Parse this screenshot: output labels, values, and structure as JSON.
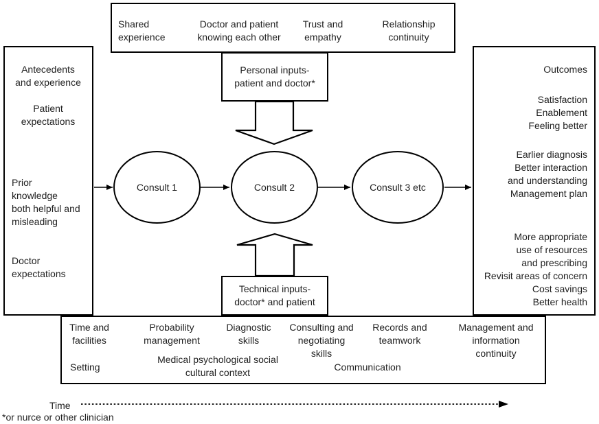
{
  "colors": {
    "line": "#000000",
    "text": "#1f1f1f",
    "background": "#ffffff"
  },
  "top_box": {
    "items": [
      "Shared\nexperience",
      "Doctor and patient\nknowing each other",
      "Trust and\nempathy",
      "Relationship\ncontinuity"
    ]
  },
  "personal_inputs_box": {
    "label": "Personal inputs-\npatient and doctor*"
  },
  "technical_inputs_box": {
    "label": "Technical inputs-\ndoctor* and patient"
  },
  "left_box": {
    "items": [
      "Antecedents\nand experience",
      "Patient\nexpectations",
      "Prior\nknowledge\nboth helpful and\nmisleading",
      "Doctor\nexpectations"
    ]
  },
  "right_box": {
    "items": [
      "Outcomes",
      "Satisfaction\nEnablement\nFeeling better",
      "Earlier diagnosis\nBetter interaction\nand understanding\nManagement plan",
      "More appropriate\nuse of resources\nand prescribing\nRevisit areas of concern\nCost savings\nBetter health"
    ]
  },
  "consults": [
    "Consult 1",
    "Consult 2",
    "Consult 3 etc"
  ],
  "bottom_box": {
    "row1": [
      "Time and\nfacilities",
      "Probability\nmanagement",
      "Diagnostic\nskills",
      "Consulting and\nnegotiating\nskills",
      "Records and\nteamwork",
      "Management and\ninformation\ncontinuity"
    ],
    "row2": [
      "Setting",
      "Medical psychological social\ncultural context",
      "Communication"
    ]
  },
  "timeline": {
    "label": "Time"
  },
  "footnote": {
    "text": "*or nurce or other clinician"
  }
}
